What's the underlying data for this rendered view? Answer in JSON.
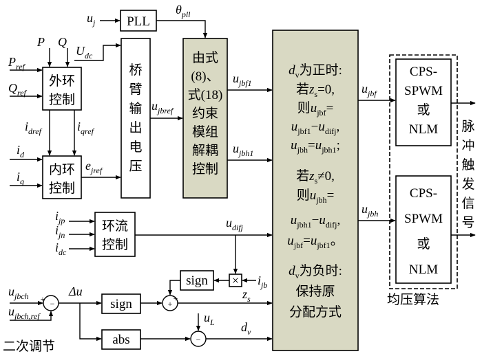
{
  "blocks": {
    "pll": "PLL",
    "outer_loop": [
      "外环",
      "控制"
    ],
    "inner_loop": [
      "内环",
      "控制"
    ],
    "circulating": [
      "环流",
      "控制"
    ],
    "bridge_arm": [
      "桥",
      "臂",
      "输",
      "出",
      "电",
      "压"
    ],
    "decoupling": [
      "由式",
      "(8)、",
      "式(18)",
      "约束",
      "模组",
      "解耦",
      "控制"
    ],
    "sign_top": "sign",
    "sign_mid": "sign",
    "abs": "abs",
    "cps_top": [
      "CPS-",
      "SPWM",
      "或",
      "NLM"
    ],
    "cps_bottom": [
      "CPS-",
      "SPWM",
      "或",
      "NLM"
    ]
  },
  "logic": {
    "positive_title": {
      "pre": "",
      "var": "d",
      "vsub": "v",
      "post": "为正时:"
    },
    "zs_zero_if": {
      "pre": "若",
      "var": "z",
      "vsub": "s",
      "post": "=0,"
    },
    "zs_zero_then": {
      "pre": "则",
      "var": "u",
      "vsub": "jbf",
      "post": "="
    },
    "zs_zero_eq1": {
      "a": "u",
      "asub": "jbf1",
      "op": "−",
      "b": "u",
      "bsub": "difj",
      "post": ","
    },
    "zs_zero_eq2": {
      "a": "u",
      "asub": "jbh",
      "op": "=",
      "b": "u",
      "bsub": "jbh1",
      "post": ";"
    },
    "zs_nonzero_if": {
      "pre": "若",
      "var": "z",
      "vsub": "s",
      "post": "≠0,"
    },
    "zs_nonzero_then": {
      "pre": "则",
      "var": "u",
      "vsub": "jbh",
      "post": "="
    },
    "zs_nonzero_eq1": {
      "a": "u",
      "asub": "jbh1",
      "op": "−",
      "b": "u",
      "bsub": "difj",
      "post": ","
    },
    "zs_nonzero_eq2": {
      "a": "u",
      "asub": "jbf",
      "op": "=",
      "b": "u",
      "bsub": "jbf1",
      "post": "。"
    },
    "negative_title": {
      "pre": "",
      "var": "d",
      "vsub": "v",
      "post": "为负时:"
    },
    "negative_line2": "保持原",
    "negative_line3": "分配方式"
  },
  "signals": {
    "uj": {
      "v": "u",
      "s": "j"
    },
    "theta": {
      "v": "θ",
      "s": "pll"
    },
    "P": {
      "v": "P",
      "s": ""
    },
    "Q": {
      "v": "Q",
      "s": ""
    },
    "Udc": {
      "v": "U",
      "s": "dc"
    },
    "Pref": {
      "v": "P",
      "s": "ref"
    },
    "Qref": {
      "v": "Q",
      "s": "ref"
    },
    "idref": {
      "v": "i",
      "s": "dref"
    },
    "iqref": {
      "v": "i",
      "s": "qref"
    },
    "id": {
      "v": "i",
      "s": "d"
    },
    "iq": {
      "v": "i",
      "s": "q"
    },
    "ejref": {
      "v": "e",
      "s": "jref"
    },
    "ujbref": {
      "v": "u",
      "s": "jbref"
    },
    "ujbf1": {
      "v": "u",
      "s": "jbf1"
    },
    "ujbh1": {
      "v": "u",
      "s": "jbh1"
    },
    "ujbf": {
      "v": "u",
      "s": "jbf"
    },
    "ujbh": {
      "v": "u",
      "s": "jbh"
    },
    "ijp": {
      "v": "i",
      "s": "jp"
    },
    "ijn": {
      "v": "i",
      "s": "jn"
    },
    "idc": {
      "v": "i",
      "s": "dc"
    },
    "udifj": {
      "v": "u",
      "s": "difj"
    },
    "ijb": {
      "v": "i",
      "s": "jb"
    },
    "zs": {
      "v": "z",
      "s": "s"
    },
    "ujbch": {
      "v": "u",
      "s": "jbch"
    },
    "ujbchref": {
      "v": "u",
      "s": "jbch,ref"
    },
    "du": {
      "v": "Δu",
      "s": ""
    },
    "uL": {
      "v": "u",
      "s": "L"
    },
    "dv": {
      "v": "d",
      "s": "v"
    }
  },
  "ops": {
    "times": "×",
    "plus": "+",
    "minus": "−"
  },
  "labels": {
    "pulse": [
      "脉",
      "冲",
      "触",
      "发",
      "信",
      "号"
    ],
    "balance": "均压算法",
    "secondary": "二次调节"
  }
}
